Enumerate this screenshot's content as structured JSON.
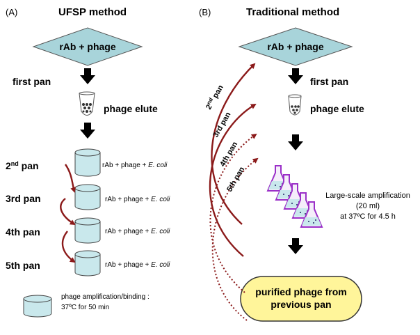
{
  "panel_a": {
    "label": "(A)",
    "title": "UFSP method",
    "diamond": "rAb + phage",
    "first_pan": "first pan",
    "phage_elute": "phage elute",
    "pans": [
      {
        "num": "2",
        "sup": "nd",
        "rest": " pan",
        "desc_prefix": "rAb + phage + ",
        "desc_italic": "E. coli"
      },
      {
        "num": "3rd pan",
        "sup": "",
        "rest": "",
        "desc_prefix": "rAb + phage + ",
        "desc_italic": "E. coli"
      },
      {
        "num": "4th pan",
        "sup": "",
        "rest": "",
        "desc_prefix": "rAb + phage + ",
        "desc_italic": "E. coli"
      },
      {
        "num": "5th pan",
        "sup": "",
        "rest": "",
        "desc_prefix": "rAb + phage + ",
        "desc_italic": "E. coli"
      }
    ],
    "legend": {
      "line1": "phage amplification/binding :",
      "line2": "37ºC for 50 min"
    }
  },
  "panel_b": {
    "label": "(B)",
    "title": "Traditional method",
    "diamond": "rAb + phage",
    "first_pan": "first pan",
    "phage_elute": "phage elute",
    "diagonal_labels": [
      {
        "num": "2",
        "sup": "nd",
        "rest": " pan"
      },
      {
        "num": "3rd pan",
        "sup": "",
        "rest": ""
      },
      {
        "num": "4th pan",
        "sup": "",
        "rest": ""
      },
      {
        "num": "5th pan",
        "sup": "",
        "rest": ""
      }
    ],
    "amplification": {
      "line1": "Large-scale amplification",
      "line2": "(20 ml)",
      "line3": "at 37ºC for 4.5 h"
    },
    "purified": {
      "line1": "purified phage from",
      "line2": "previous pan"
    }
  },
  "colors": {
    "diamond": "#a8d4da",
    "cylinder": "#c9e8ec",
    "curve": "#8b1a1a",
    "flask": "#9b30c8",
    "purified_fill": "#fff59a"
  }
}
